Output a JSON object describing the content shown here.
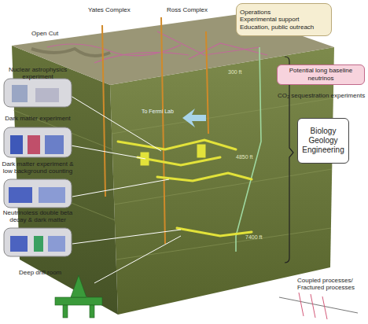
{
  "diagram": {
    "nodes": [
      {
        "text": [
          "Operations",
          "Experimental support",
          "Education, public outreach"
        ]
      },
      {
        "text": [
          "Potential long baseline neutrinos"
        ]
      },
      {
        "text": [
          "Biology Geology Engineering"
        ]
      }
    ],
    "edges": [],
    "labels": [
      "Open Cut",
      "Yates Complex",
      "Ross Complex",
      "CO₂ sequestration experiments",
      "To Fermi Lab",
      "Nuclear astrophysics experiment",
      "Dark matter experiment",
      "Dark matter experiment & low background counting",
      "Neutrinoless double beta decay & dark matter",
      "Deep drill room",
      "Coupled processes/ Fractured processes",
      "300 ft",
      "4850 ft",
      "7400 ft"
    ]
  }
}
